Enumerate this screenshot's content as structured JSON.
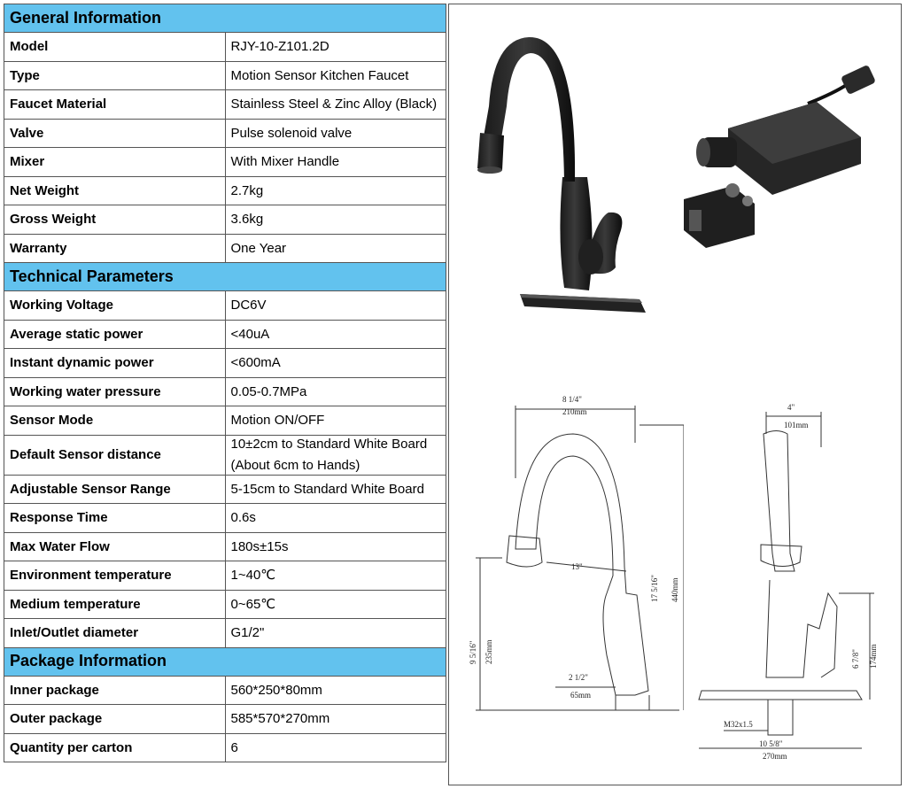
{
  "sections": [
    {
      "title": "General Information",
      "rows": [
        {
          "label": "Model",
          "value": [
            "RJY-10-Z101.2D"
          ]
        },
        {
          "label": "Type",
          "value": [
            "Motion Sensor Kitchen Faucet"
          ]
        },
        {
          "label": "Faucet Material",
          "value": [
            "Stainless Steel & Zinc Alloy (Black)"
          ]
        },
        {
          "label": "Valve",
          "value": [
            "Pulse solenoid valve"
          ]
        },
        {
          "label": "Mixer",
          "value": [
            "With Mixer Handle"
          ]
        },
        {
          "label": "Net Weight",
          "value": [
            "2.7kg"
          ]
        },
        {
          "label": "Gross Weight",
          "value": [
            "3.6kg"
          ]
        },
        {
          "label": "Warranty",
          "value": [
            "One Year"
          ]
        }
      ]
    },
    {
      "title": "Technical Parameters",
      "rows": [
        {
          "label": "Working Voltage",
          "value": [
            "DC6V"
          ]
        },
        {
          "label": "Average static power",
          "value": [
            "<40uA"
          ]
        },
        {
          "label": "Instant dynamic power",
          "value": [
            "<600mA"
          ]
        },
        {
          "label": "Working water pressure",
          "value": [
            "0.05-0.7MPa"
          ]
        },
        {
          "label": "Sensor Mode",
          "value": [
            "Motion ON/OFF"
          ]
        },
        {
          "label": "Default Sensor distance",
          "value": [
            "10±2cm to Standard White Board",
            "(About 6cm to Hands)"
          ]
        },
        {
          "label": "Adjustable Sensor Range",
          "value": [
            "5-15cm to Standard White Board"
          ]
        },
        {
          "label": "Response Time",
          "value": [
            "0.6s"
          ]
        },
        {
          "label": "Max Water Flow",
          "value": [
            "180s±15s"
          ]
        },
        {
          "label": "Environment temperature",
          "value": [
            "1~40℃"
          ]
        },
        {
          "label": "Medium temperature",
          "value": [
            "0~65℃"
          ]
        },
        {
          "label": "Inlet/Outlet diameter",
          "value": [
            "G1/2\""
          ]
        }
      ]
    },
    {
      "title": "Package Information",
      "rows": [
        {
          "label": "Inner package",
          "value": [
            "560*250*80mm"
          ]
        },
        {
          "label": "Outer package",
          "value": [
            "585*570*270mm"
          ]
        },
        {
          "label": "Quantity per carton",
          "value": [
            "6"
          ]
        }
      ]
    }
  ],
  "drawing": {
    "front": {
      "width_in": "8 1/4\"",
      "width_mm": "210mm",
      "height_in": "17 5/16\"",
      "height_mm": "440mm",
      "spout_h_in": "9 5/16\"",
      "spout_h_mm": "235mm",
      "reach_in": "13\"",
      "base_in": "2 1/2\"",
      "base_mm": "65mm"
    },
    "side": {
      "top_in": "4\"",
      "top_mm": "101mm",
      "handle_h_in": "6 7/8\"",
      "handle_h_mm": "174mm",
      "thread": "M32x1.5",
      "plate_in": "10 5/8\"",
      "plate_mm": "270mm"
    }
  }
}
